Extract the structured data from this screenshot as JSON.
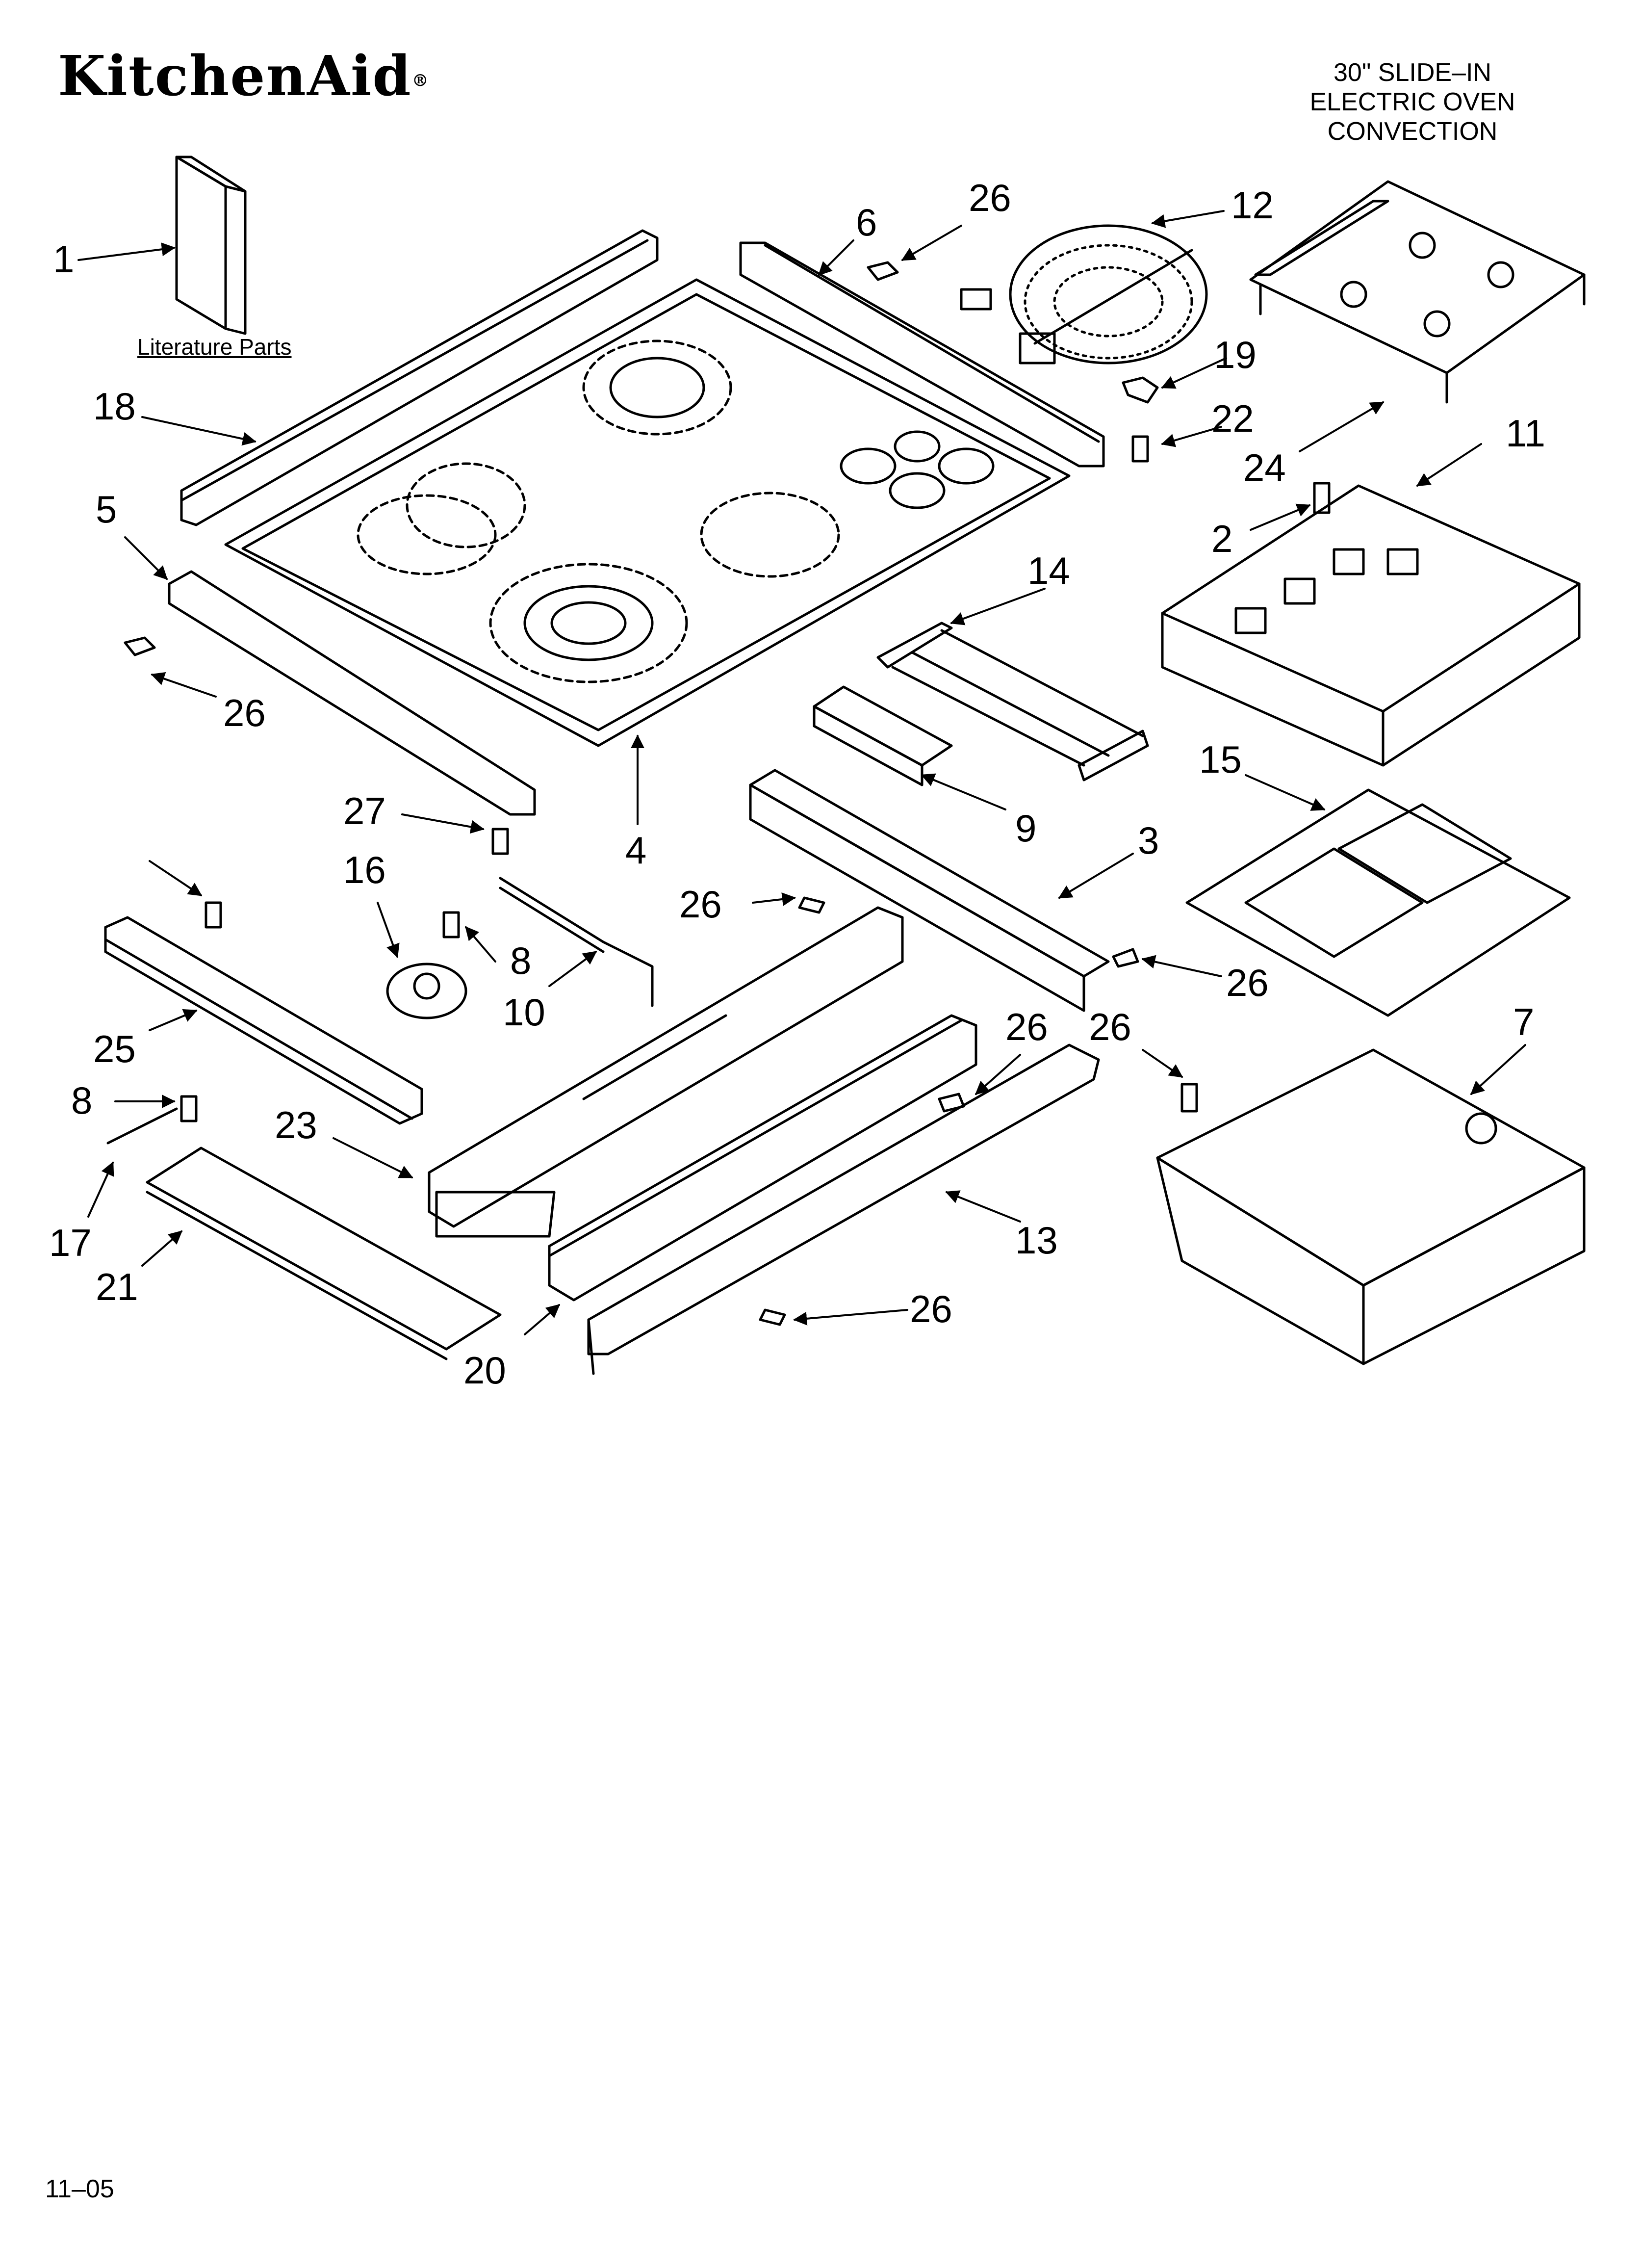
{
  "header": {
    "brand": "KitchenAid",
    "brand_mark": "®",
    "model_lines": [
      "30\" SLIDE–IN",
      "ELECTRIC OVEN",
      "CONVECTION"
    ]
  },
  "literature_label": "Literature Parts",
  "footer_code": "11–05",
  "callouts": [
    "1",
    "18",
    "5",
    "26",
    "6",
    "26",
    "12",
    "19",
    "22",
    "24",
    "11",
    "2",
    "4",
    "14",
    "9",
    "3",
    "15",
    "26",
    "27",
    "16",
    "8",
    "10",
    "26",
    "25",
    "8",
    "23",
    "17",
    "21",
    "20",
    "26",
    "13",
    "26",
    "26",
    "7",
    "26"
  ],
  "colors": {
    "line": "#000000",
    "paper": "#ffffff"
  }
}
